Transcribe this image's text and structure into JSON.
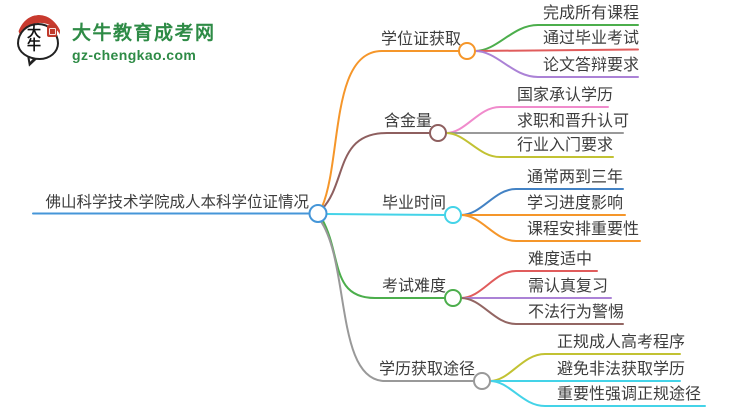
{
  "logo": {
    "title": "大牛教育成考网",
    "domain": "gz-chengkao.com",
    "icon_text": "大牛",
    "brand_green": "#2e8b46",
    "accent_red": "#c83a2e"
  },
  "mindmap": {
    "root": {
      "label": "佛山科学技术学院成人本科学位证情况",
      "color": "#4596d8"
    },
    "branches": [
      {
        "label": "学位证获取",
        "color": "#f5962a",
        "children": [
          {
            "label": "完成所有课程",
            "color": "#4cae4c"
          },
          {
            "label": "通过毕业考试",
            "color": "#e05c5c"
          },
          {
            "label": "论文答辩要求",
            "color": "#ab82d6"
          }
        ]
      },
      {
        "label": "含金量",
        "color": "#8e5f5f",
        "children": [
          {
            "label": "国家承认学历",
            "color": "#f08bcc"
          },
          {
            "label": "求职和晋升认可",
            "color": "#999999"
          },
          {
            "label": "行业入门要求",
            "color": "#c2c233"
          }
        ]
      },
      {
        "label": "毕业时间",
        "color": "#44d3e8",
        "children": [
          {
            "label": "通常两到三年",
            "color": "#4382c4"
          },
          {
            "label": "学习进度影响",
            "color": "#f5962a"
          },
          {
            "label": "课程安排重要性",
            "color": "#f5962a"
          }
        ]
      },
      {
        "label": "考试难度",
        "color": "#4cae4c",
        "children": [
          {
            "label": "难度适中",
            "color": "#e05c5c"
          },
          {
            "label": "需认真复习",
            "color": "#ab82d6"
          },
          {
            "label": "不法行为警惕",
            "color": "#936663"
          }
        ]
      },
      {
        "label": "学历获取途径",
        "color": "#999999",
        "children": [
          {
            "label": "正规成人高考程序",
            "color": "#c2c233"
          },
          {
            "label": "避免非法获取学历",
            "color": "#44d3e8"
          },
          {
            "label": "重要性强调正规途径",
            "color": "#44d3e8"
          }
        ]
      }
    ]
  }
}
